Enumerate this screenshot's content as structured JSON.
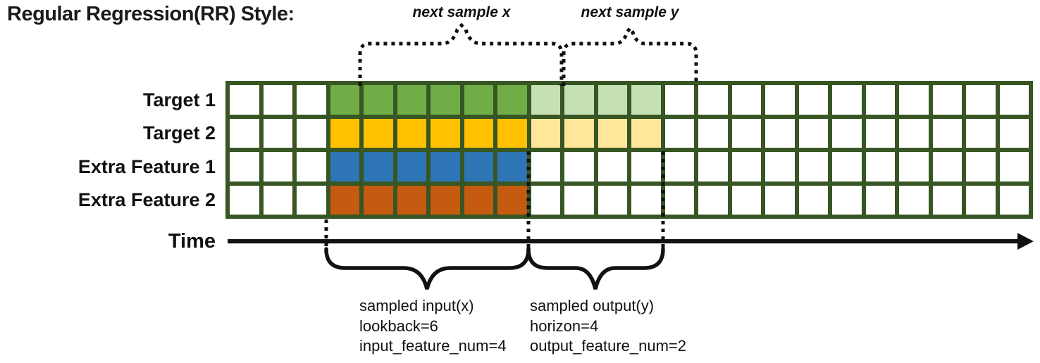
{
  "title": "Regular Regression(RR) Style:",
  "annotations": {
    "next_sample_x": "next sample x",
    "next_sample_y": "next sample y",
    "time_label": "Time",
    "input_lines": [
      "sampled input(x)",
      "lookback=6",
      "input_feature_num=4"
    ],
    "output_lines": [
      "sampled output(y)",
      "horizon=4",
      "output_feature_num=2"
    ]
  },
  "grid": {
    "columns": 24,
    "input_start": 3,
    "lookback": 6,
    "horizon": 4,
    "border_color": "#375623",
    "empty_color": "#ffffff"
  },
  "rows": [
    {
      "label": "Target 1",
      "solid": "#70AD47",
      "light": "#C5E0B4"
    },
    {
      "label": "Target 2",
      "solid": "#FFC000",
      "light": "#FFE699"
    },
    {
      "label": "Extra Feature 1",
      "solid": "#2E75B6",
      "light": null
    },
    {
      "label": "Extra Feature 2",
      "solid": "#C55A11",
      "light": null
    }
  ]
}
